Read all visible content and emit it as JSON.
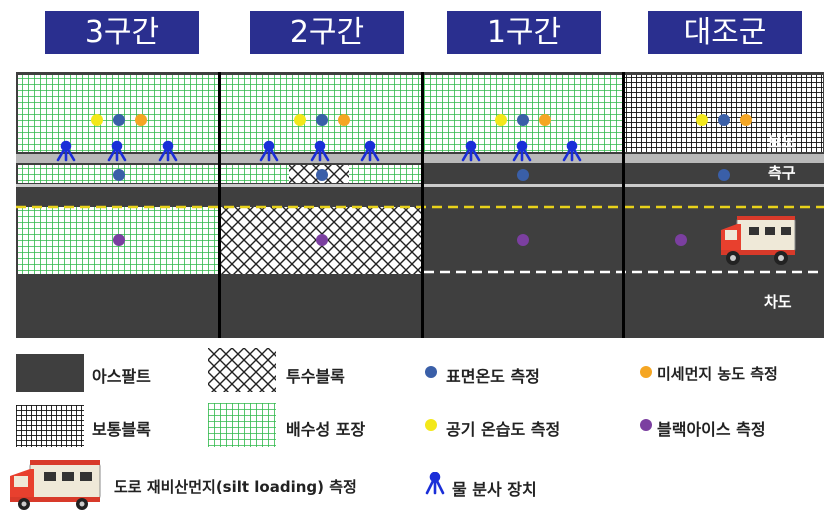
{
  "zones": [
    "3구간",
    "2구간",
    "1구간",
    "대조군"
  ],
  "road_labels": {
    "sidewalk": "보도",
    "gutter": "측구",
    "roadway": "차도"
  },
  "legend": {
    "asphalt": "아스팔트",
    "permeable_block": "투수블록",
    "surface_temp": "표면온도 측정",
    "pm_conc": "미세먼지 농도 측정",
    "normal_block": "보통블록",
    "drainage_pavement": "배수성 포장",
    "air_temp_humidity": "공기 온습도 측정",
    "black_ice": "블랙아이스 측정",
    "silt_loading": "도로 재비산먼지(silt loading) 측정",
    "water_spray": "물 분사 장치"
  },
  "colors": {
    "zone_bg": "#2a2f8f",
    "asphalt": "#3f3f3f",
    "green_grid": "#2fb84a",
    "surface_temp": "#3a5fa8",
    "pm": "#f5a623",
    "air": "#f3e81a",
    "black_ice": "#7b3fa0",
    "spray": "#1a2ed8",
    "lane_yellow": "#e8d21a"
  }
}
